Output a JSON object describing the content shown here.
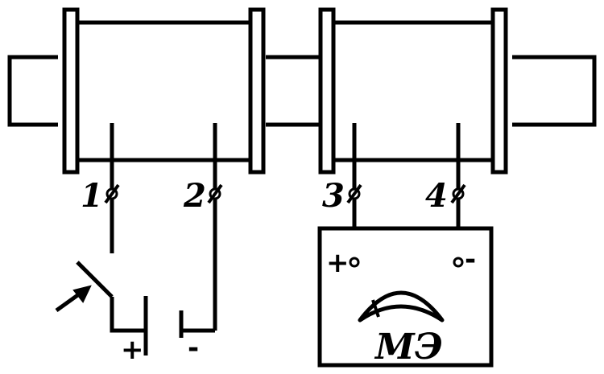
{
  "terminals": [
    {
      "label": "1"
    },
    {
      "label": "2"
    },
    {
      "label": "3"
    },
    {
      "label": "4"
    }
  ],
  "meter": {
    "label": "МЭ",
    "plus": "+",
    "minus": "-"
  },
  "battery": {
    "plus": "+",
    "minus": "-"
  }
}
